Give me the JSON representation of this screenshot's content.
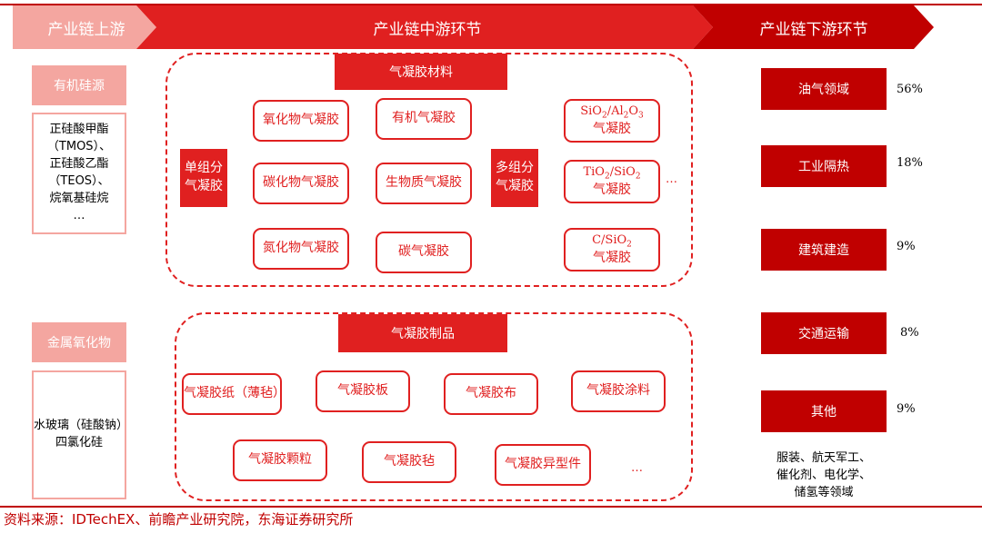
{
  "header": {
    "upstream": "产业链上游",
    "midstream": "产业链中游环节",
    "downstream": "产业链下游环节"
  },
  "upstream": {
    "organic_title": "有机硅源",
    "organic_items": [
      "正硅酸甲酯",
      "（TMOS）、",
      "正硅酸乙酯",
      "（TEOS）、",
      "烷氧基硅烷",
      "…"
    ],
    "metal_title": "金属氧化物",
    "metal_items": [
      "水玻璃（硅酸钠）",
      "四氯化硅"
    ]
  },
  "materials": {
    "title": "气凝胶材料",
    "single_label": "单组分气凝胶",
    "multi_label": "多组分气凝胶",
    "col1": [
      "氧化物气凝胶",
      "碳化物气凝胶",
      "氮化物气凝胶"
    ],
    "col2": [
      "有机气凝胶",
      "生物质气凝胶",
      "碳气凝胶"
    ],
    "col3": [
      {
        "formula": "SiO2/Al2O3",
        "suffix": "气凝胶"
      },
      {
        "formula": "TiO2/SiO2",
        "suffix": "气凝胶"
      },
      {
        "formula": "C/SiO2",
        "suffix": "气凝胶"
      }
    ],
    "ellipsis": "…"
  },
  "products": {
    "title": "气凝胶制品",
    "row1": [
      "气凝胶纸（薄毡）",
      "气凝胶板",
      "气凝胶布",
      "气凝胶涂料"
    ],
    "row2": [
      "气凝胶颗粒",
      "气凝胶毡",
      "气凝胶异型件"
    ],
    "ellipsis": "…"
  },
  "downstream": {
    "items": [
      {
        "label": "油气领域",
        "share": "56%"
      },
      {
        "label": "工业隔热",
        "share": "18%"
      },
      {
        "label": "建筑建造",
        "share": "9%"
      },
      {
        "label": "交通运输",
        "share": "8%"
      },
      {
        "label": "其他",
        "share": "9%"
      }
    ],
    "note_lines": [
      "服装、航天军工、",
      "催化剂、电化学、",
      "储氢等领域"
    ]
  },
  "source": "资料来源：IDTechEX、前瞻产业研究院，东海证券研究所",
  "colors": {
    "accent_red": "#e02020",
    "dark_red": "#c00000",
    "light_pink": "#f4a6a0"
  }
}
